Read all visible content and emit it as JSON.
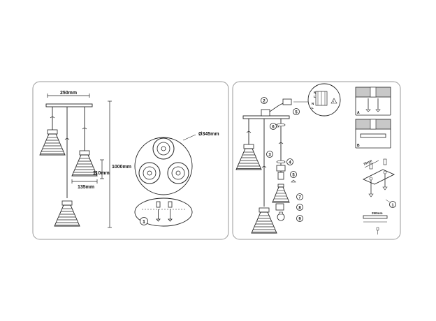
{
  "left_panel": {
    "dim_width": "250mm",
    "dim_height": "1000mm",
    "dim_shade_height": "110mm",
    "dim_shade_width": "135mm",
    "dim_diameter": "Ø345mm",
    "step_one": "1"
  },
  "right_panel": {
    "callouts": [
      "2",
      "5",
      "6",
      "3",
      "4",
      "5",
      "7",
      "8",
      "9"
    ],
    "wire_tags": [
      "N",
      "L",
      "N",
      "L"
    ],
    "section_a": "A",
    "section_b": "B",
    "dim_bracket": "78mm",
    "dim_plate": "250mm",
    "step_one": "1"
  },
  "colors": {
    "line": "#222222",
    "panel_border": "#9a9a9a",
    "ceiling_fill": "#c8c8c8",
    "rib": "#555555"
  }
}
